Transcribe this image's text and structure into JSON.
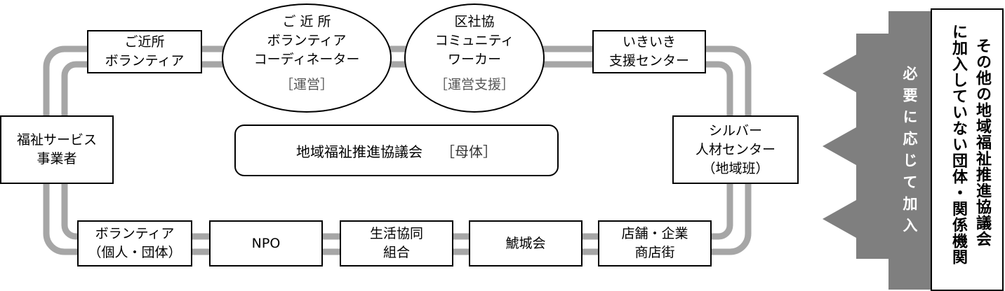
{
  "outer_ring": {
    "top_left": [
      "ご近所",
      "ボランティア"
    ],
    "top_right": [
      "いきいき",
      "支援センター"
    ],
    "left": [
      "福祉サービス",
      "事業者"
    ],
    "right": [
      "シルバー",
      "人材センター",
      "（地域班）"
    ],
    "bottom": [
      [
        "ボランティア",
        "（個人・団体）"
      ],
      [
        "NPO"
      ],
      [
        "生活協同",
        "組合"
      ],
      [
        "鯱城会"
      ],
      [
        "店舗・企業",
        "商店街"
      ]
    ]
  },
  "ellipses": [
    {
      "lines": [
        "ご 近 所",
        "ボランティア",
        "コーディネーター"
      ],
      "sub": "［運営］"
    },
    {
      "lines": [
        "区社協",
        "コミュニティ",
        "ワーカー"
      ],
      "sub": "［運営支援］"
    }
  ],
  "center": {
    "label": "地域福祉推進協議会",
    "sub": "［母体］"
  },
  "join_banner": "必要に応じて加入",
  "other_orgs": [
    "その他の地域福祉推進協議会",
    "に加入していない団体・関係機関"
  ],
  "colors": {
    "ring": "#a6a6a6",
    "arrow": "#7f7f7f",
    "banner_text": "#ffffff",
    "border": "#000000"
  }
}
